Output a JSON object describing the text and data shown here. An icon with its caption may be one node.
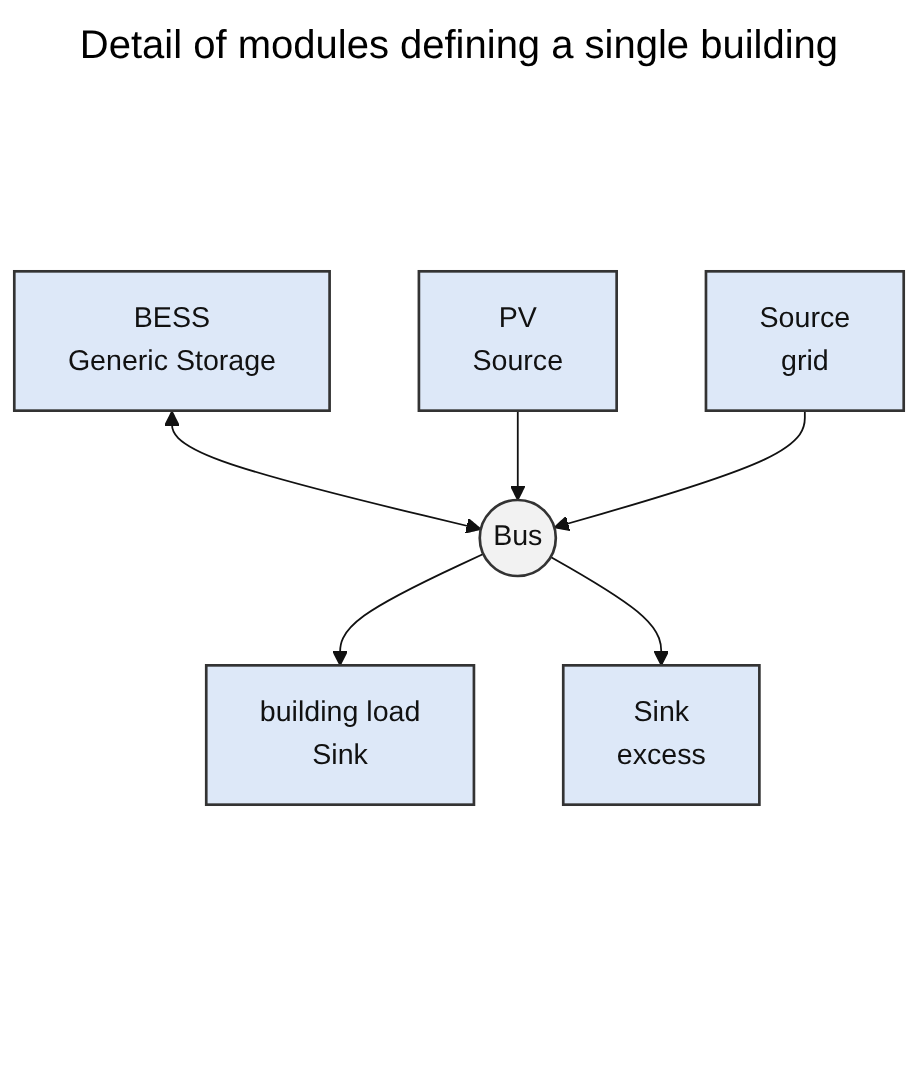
{
  "diagram": {
    "title": "Detail of modules defining a single building",
    "nodes": [
      {
        "text": [
          "BESS",
          "Generic Storage"
        ]
      },
      {
        "text": [
          "building load",
          "Sink"
        ]
      },
      {
        "text": [
          "Bus"
        ]
      },
      {
        "text": [
          "PV",
          "Source"
        ]
      },
      {
        "text": [
          "Sink",
          "excess"
        ]
      },
      {
        "text": [
          "Source",
          "grid"
        ]
      }
    ],
    "edges": [
      {
        "from": 0,
        "to": 2,
        "arrow": "both"
      },
      {
        "from": 2,
        "to": 1,
        "arrow": "to"
      },
      {
        "from": 3,
        "to": 2,
        "arrow": "to"
      },
      {
        "from": 2,
        "to": 4,
        "arrow": "to"
      },
      {
        "from": 5,
        "to": 2,
        "arrow": "to"
      }
    ]
  }
}
